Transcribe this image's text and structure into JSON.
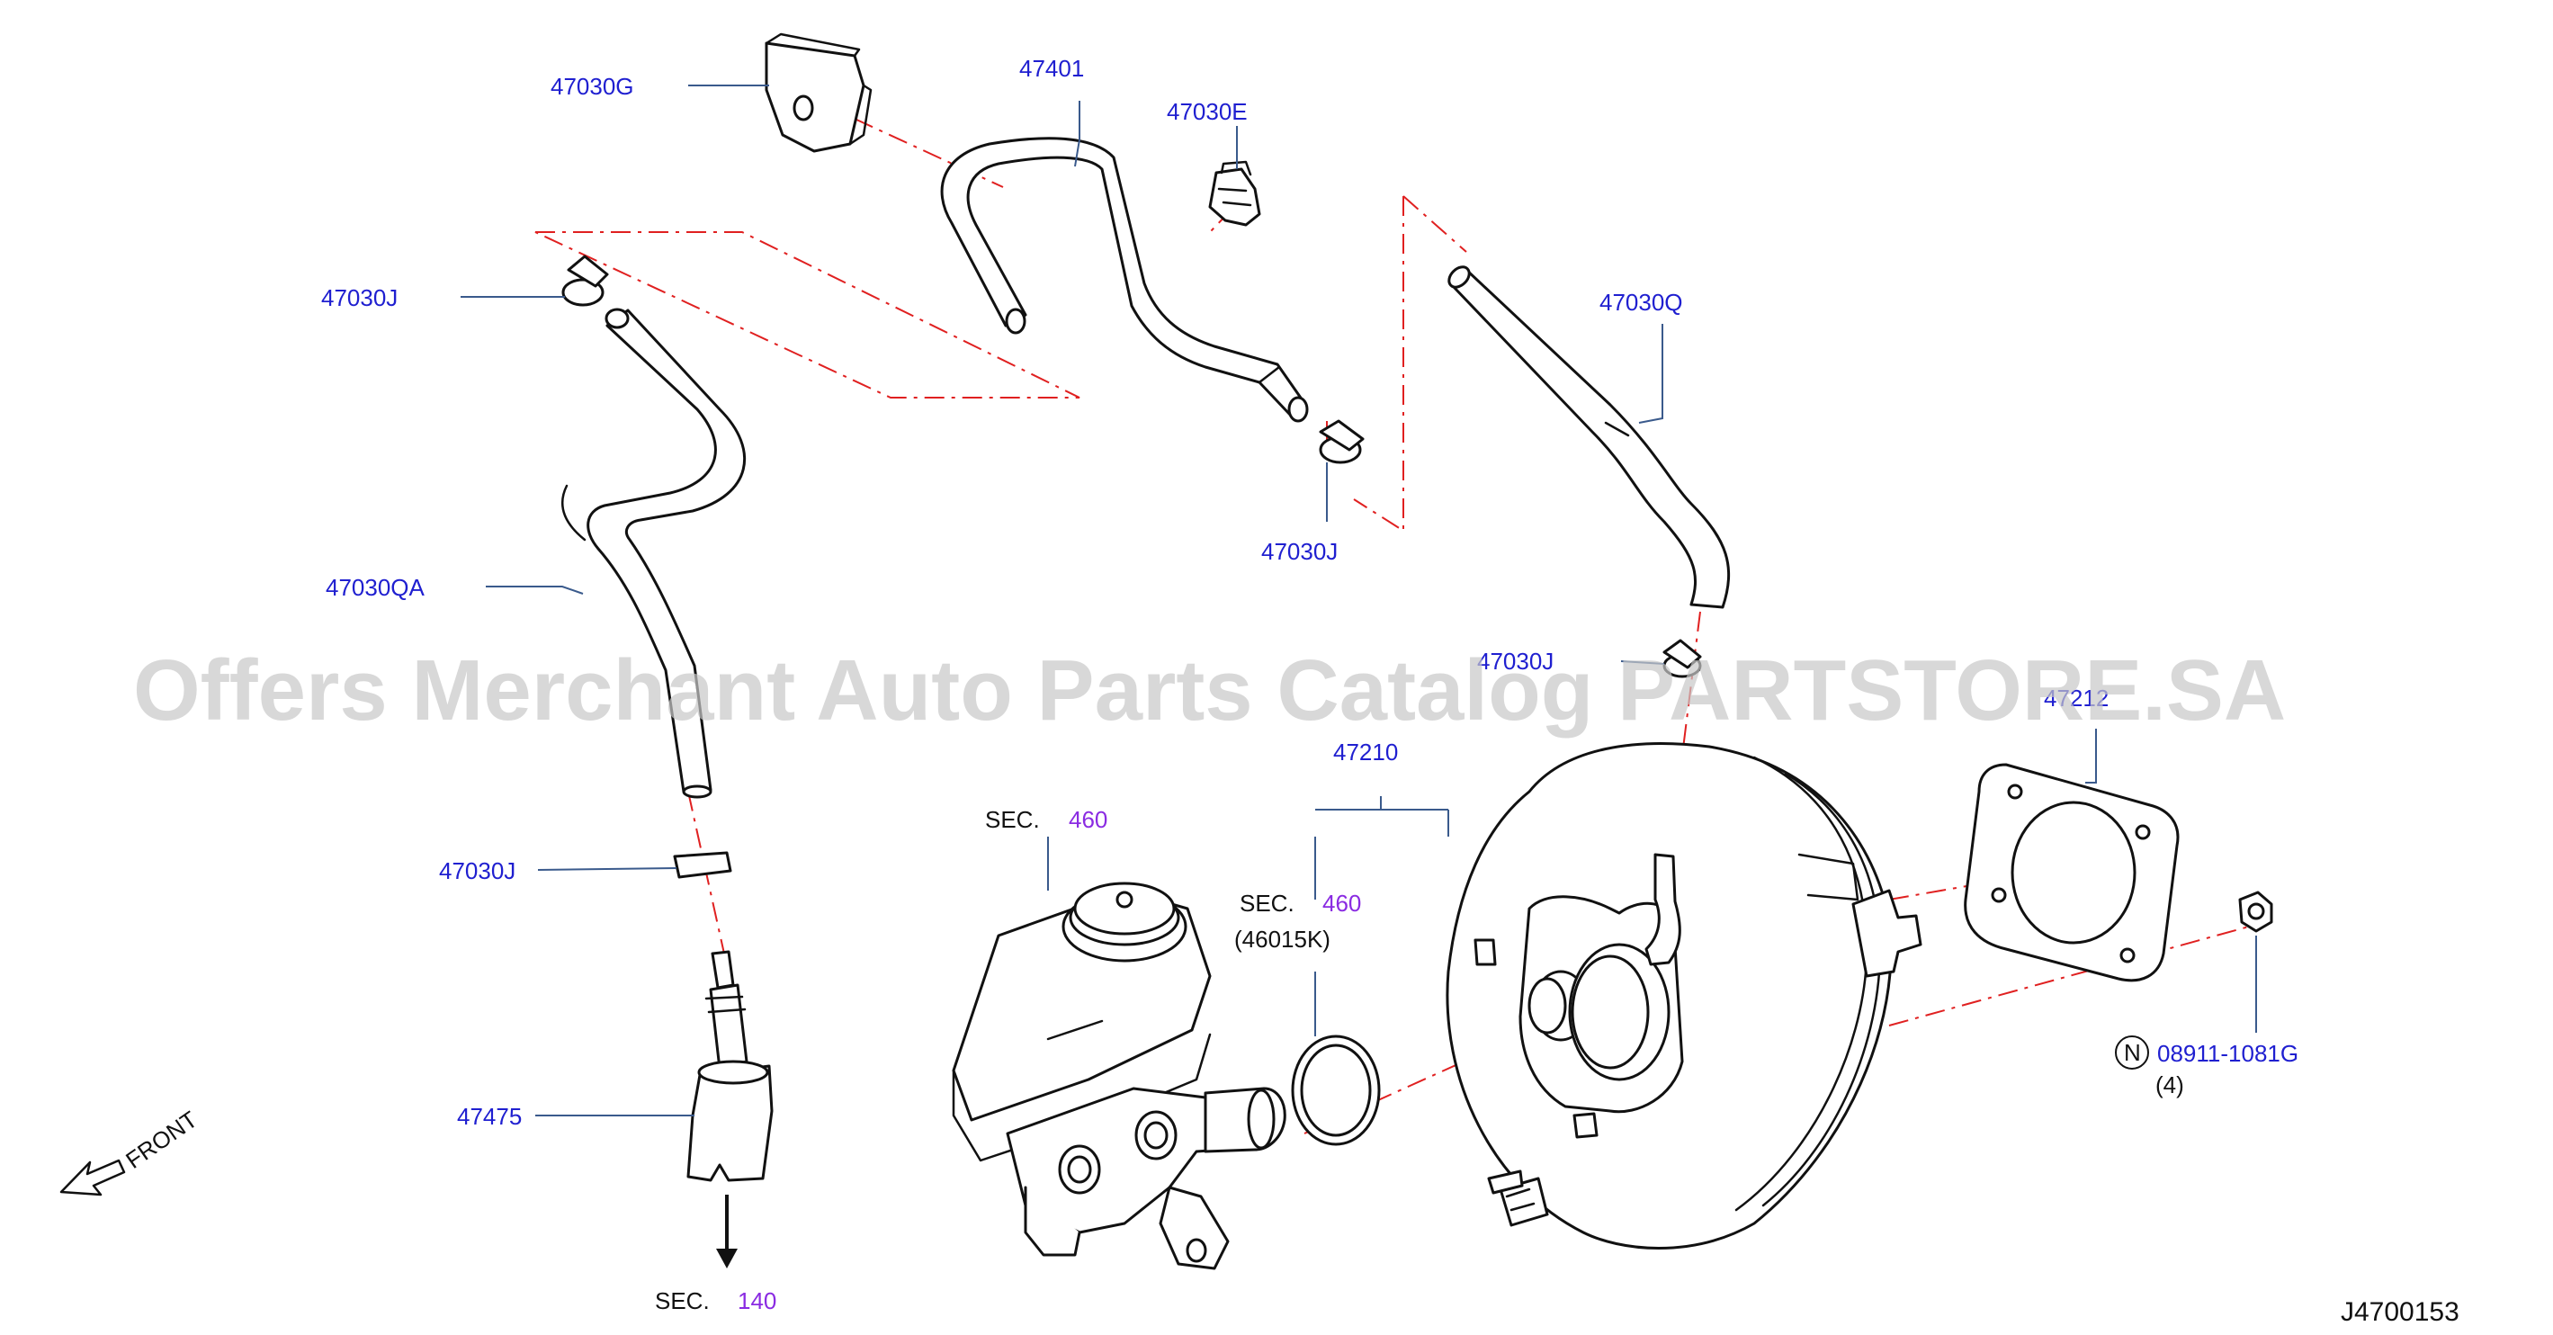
{
  "labels": {
    "p47030G": "47030G",
    "p47401": "47401",
    "p47030E": "47030E",
    "p47030J_top": "47030J",
    "p47030J_mid": "47030J",
    "p47030Q": "47030Q",
    "p47030QA": "47030QA",
    "p47030J_right": "47030J",
    "p47212": "47212",
    "p47210": "47210",
    "p47030J_low": "47030J",
    "p47475": "47475",
    "p08911": "08911-1081G",
    "p08911_qty": "(4)",
    "p08911_prefix": "N"
  },
  "sections": {
    "sec460_a_prefix": "SEC.",
    "sec460_a_num": "460",
    "sec460_b_prefix": "SEC.",
    "sec460_b_num": "460",
    "sec460_b_sub": "(46015K)",
    "sec140_prefix": "SEC.",
    "sec140_num": "140"
  },
  "front_label": "FRONT",
  "diagram_code": "J4700153",
  "watermark": "Offers Merchant Auto Parts Catalog PARTSTORE.SA",
  "colors": {
    "part_number": "#1f1fd0",
    "section_number": "#8a2be2",
    "centerline": "#e02020"
  }
}
